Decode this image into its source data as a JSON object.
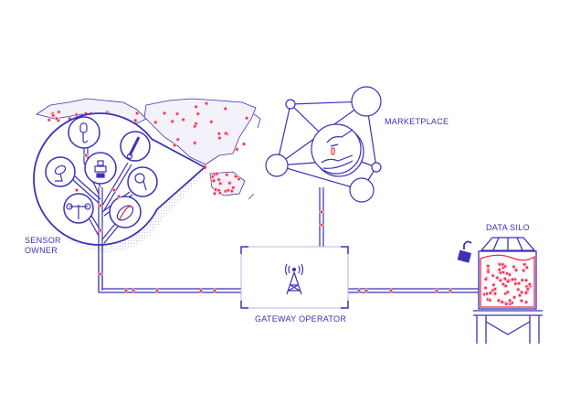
{
  "labels": {
    "sensor_owner": [
      "SENSOR",
      "OWNER"
    ],
    "marketplace": "MARKETPLACE",
    "gateway_operator": "GATEWAY OPERATOR",
    "data_silo": "DATA SILO"
  },
  "colors": {
    "line": "#3a32b5",
    "dot": "#ee2a4a",
    "shade": "#e6e4f6"
  },
  "icons": [
    "world-map",
    "microphone-icon",
    "thermometer-icon",
    "satellite-dish-icon",
    "scale-icon",
    "lamp-icon",
    "anemometer-icon",
    "gauge-icon",
    "handshake-icon",
    "antenna-tower-icon",
    "unlocked-padlock-icon",
    "silo-icon"
  ]
}
